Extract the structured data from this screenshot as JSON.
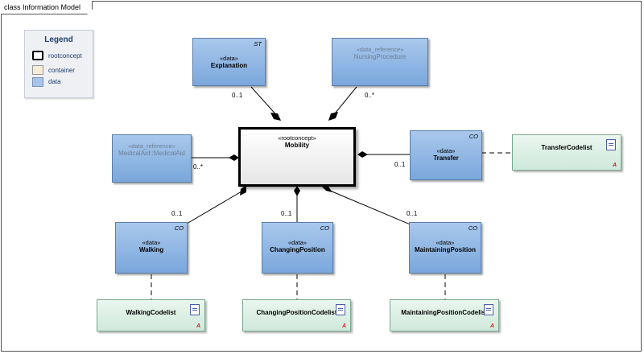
{
  "diagram": {
    "title": "class Information Model"
  },
  "legend": {
    "title": "Legend",
    "items": [
      {
        "label": "rootconcept",
        "swatch": "#ffffff",
        "border": "#000000"
      },
      {
        "label": "container",
        "swatch": "#f7ecd8",
        "border": "#999999"
      },
      {
        "label": "data",
        "swatch": "#a8c4ea",
        "border": "#7a93b3"
      }
    ]
  },
  "root": {
    "stereotype": "«rootconcept»",
    "name": "Mobility"
  },
  "classes": {
    "explanation": {
      "stereotype": "«data»",
      "name": "Explanation",
      "tag": "ST",
      "multiplicity": "0..1"
    },
    "nursing": {
      "stereotype": "«data_reference»",
      "name": "NursingProcedure",
      "multiplicity": "0..*"
    },
    "medical": {
      "stereotype": "«data_reference»",
      "name": "MedicalAid::MedicalAid",
      "multiplicity": "0..*"
    },
    "transfer": {
      "stereotype": "«data»",
      "name": "Transfer",
      "tag": "CO",
      "multiplicity": "0..1"
    },
    "walking": {
      "stereotype": "«data»",
      "name": "Walking",
      "tag": "CO",
      "multiplicity": "0..1"
    },
    "changing": {
      "stereotype": "«data»",
      "name": "ChangingPosition",
      "tag": "CO",
      "multiplicity": "0..1"
    },
    "maintaining": {
      "stereotype": "«data»",
      "name": "MaintainingPosition",
      "tag": "CO",
      "multiplicity": "0..1"
    }
  },
  "codelists": {
    "transfer": {
      "name": "TransferCodelist"
    },
    "walking": {
      "name": "WalkingCodelist"
    },
    "changing": {
      "name": "ChangingPositionCodelist"
    },
    "maintaining": {
      "name": "MaintainingPositionCodelist"
    }
  },
  "codelist_badge": "A"
}
